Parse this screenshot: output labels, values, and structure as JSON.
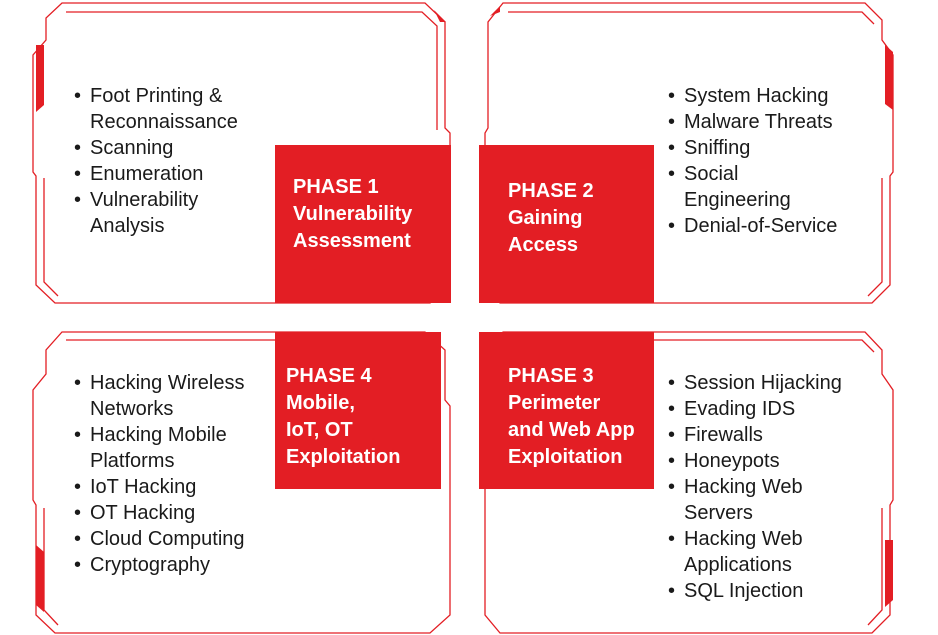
{
  "colors": {
    "accent": "#e31e24",
    "text": "#1a1a1a",
    "background": "#ffffff"
  },
  "phases": [
    {
      "id": "phase-1",
      "title_lines": [
        "PHASE 1",
        "Vulnerability",
        "Assessment"
      ],
      "items": [
        "Foot Printing &",
        "Reconnaissance",
        "Scanning",
        "Enumeration",
        "Vulnerability",
        "Analysis"
      ],
      "bullets": [
        true,
        false,
        true,
        true,
        true,
        false
      ]
    },
    {
      "id": "phase-2",
      "title_lines": [
        "PHASE 2",
        "Gaining",
        "Access"
      ],
      "items": [
        "System Hacking",
        "Malware Threats",
        "Sniffing",
        "Social",
        "Engineering",
        "Denial-of-Service"
      ],
      "bullets": [
        true,
        true,
        true,
        true,
        false,
        true
      ]
    },
    {
      "id": "phase-3",
      "title_lines": [
        "PHASE 3",
        "Perimeter",
        "and Web App",
        "Exploitation"
      ],
      "items": [
        "Session Hijacking",
        "Evading IDS",
        "Firewalls",
        "Honeypots",
        "Hacking Web",
        "Servers",
        "Hacking Web",
        "Applications",
        "SQL Injection"
      ],
      "bullets": [
        true,
        true,
        true,
        true,
        true,
        false,
        true,
        false,
        true
      ]
    },
    {
      "id": "phase-4",
      "title_lines": [
        "PHASE 4",
        "Mobile,",
        "IoT, OT",
        "Exploitation"
      ],
      "items": [
        "Hacking Wireless",
        "Networks",
        "Hacking Mobile",
        "Platforms",
        "IoT Hacking",
        "OT Hacking",
        "Cloud Computing",
        "Cryptography"
      ],
      "bullets": [
        true,
        false,
        true,
        false,
        true,
        true,
        true,
        true
      ]
    }
  ]
}
